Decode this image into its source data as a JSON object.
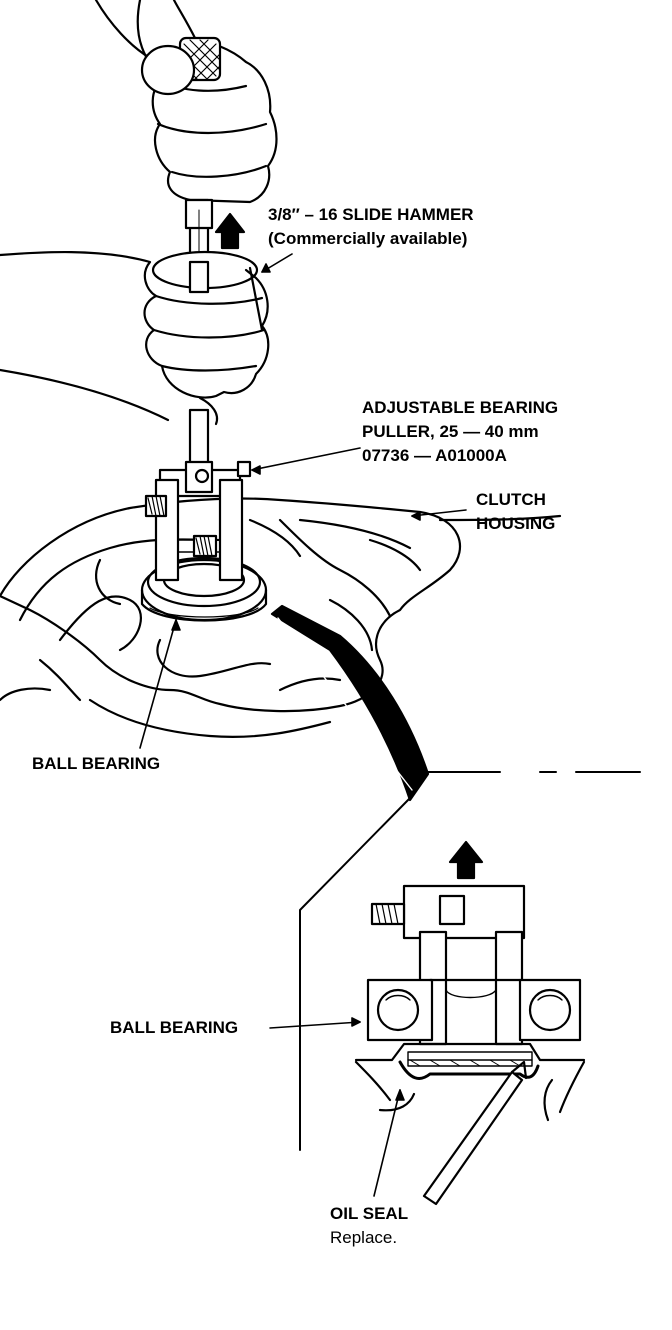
{
  "labels": {
    "slide_hammer": {
      "line1": "3/8″ – 16 SLIDE HAMMER",
      "line2": "(Commercially available)"
    },
    "bearing_puller": {
      "line1": "ADJUSTABLE BEARING",
      "line2": "PULLER, 25 — 40 mm",
      "line3": "07736 — A01000A"
    },
    "clutch_housing": {
      "line1": "CLUTCH",
      "line2": "HOUSING"
    },
    "ball_bearing_top": "BALL BEARING",
    "ball_bearing_detail": "BALL BEARING",
    "oil_seal": {
      "line1": "OIL SEAL",
      "line2": "Replace."
    }
  },
  "colors": {
    "ink": "#000000",
    "paper": "#ffffff"
  }
}
